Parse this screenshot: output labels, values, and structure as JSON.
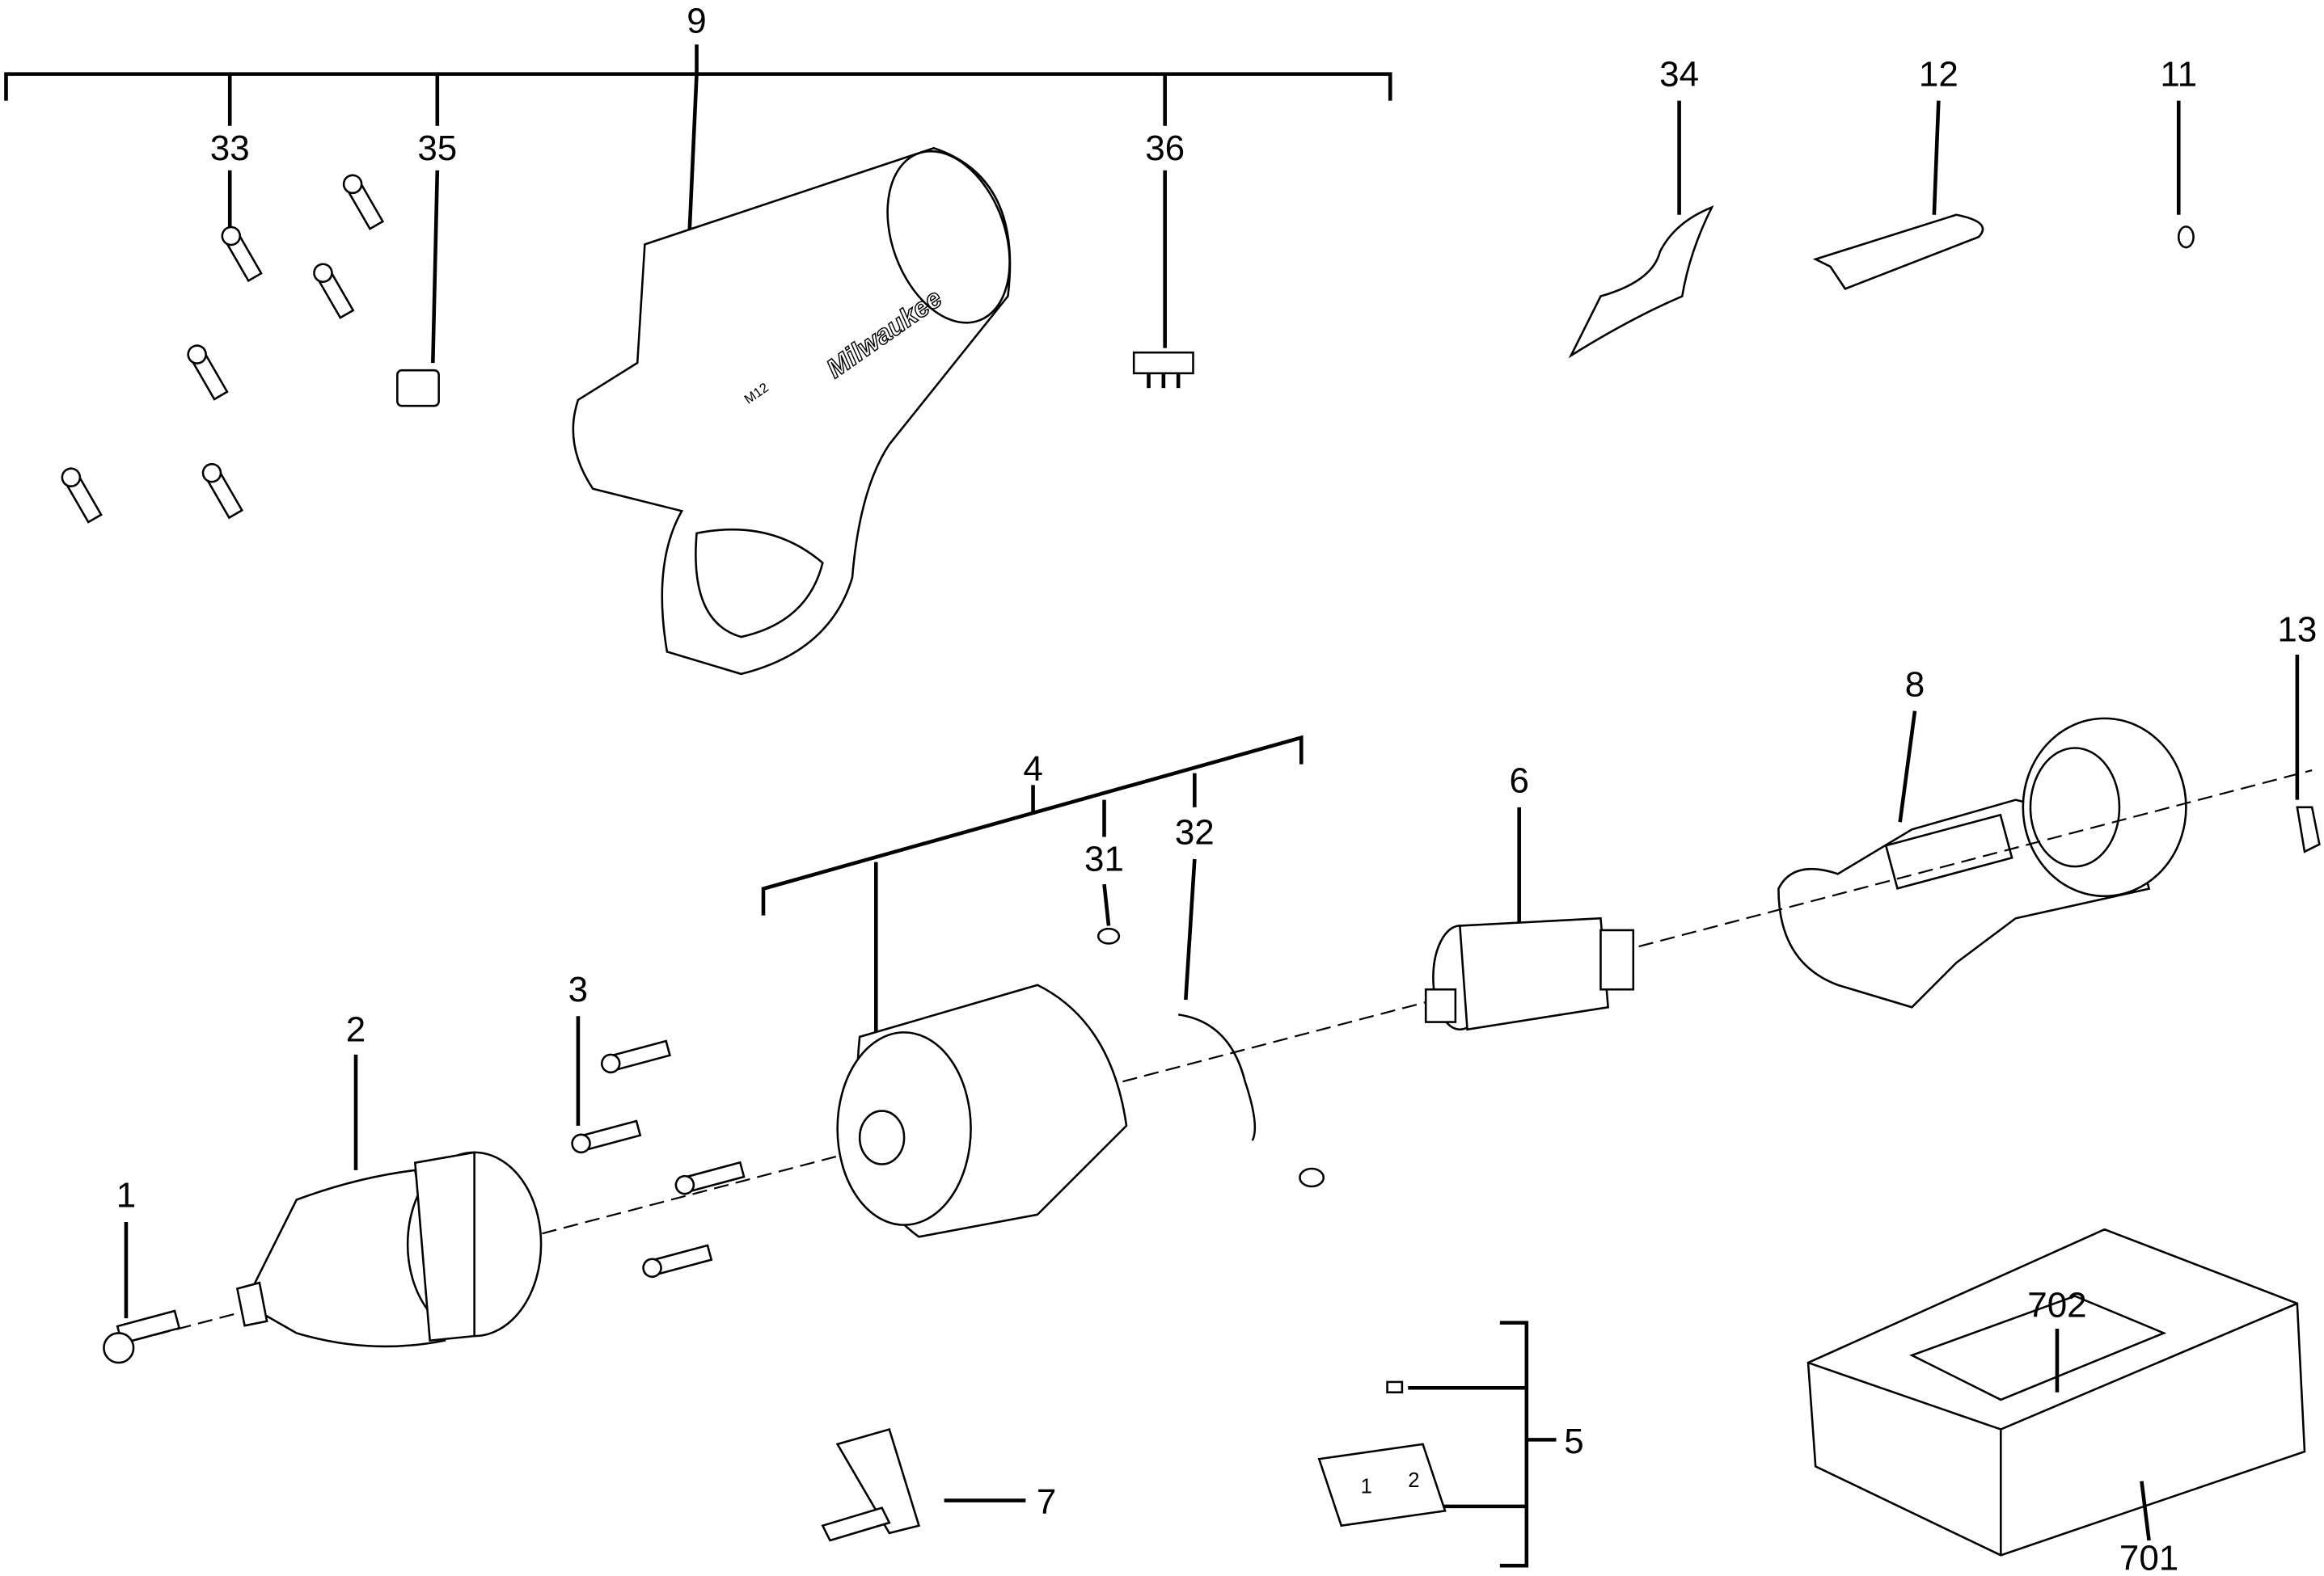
{
  "diagram": {
    "title": "Exploded parts diagram",
    "labels": {
      "p9": "9",
      "p33": "33",
      "p35": "35",
      "p36": "36",
      "p34": "34",
      "p12": "12",
      "p11": "11",
      "p13": "13",
      "p8": "8",
      "p4": "4",
      "p31": "31",
      "p32": "32",
      "p6": "6",
      "p3": "3",
      "p2": "2",
      "p1": "1",
      "p5": "5",
      "p7": "7",
      "p702": "702",
      "p701": "701"
    },
    "housing_logo": "Milwaukee",
    "housing_badge": "M12",
    "selector_numbers": [
      "1",
      "2"
    ]
  }
}
